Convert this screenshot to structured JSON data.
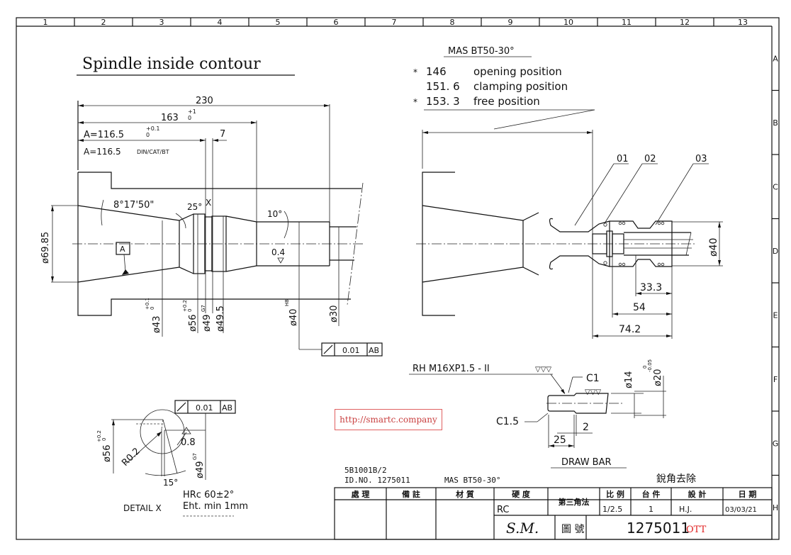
{
  "frame": {
    "columns": [
      "1",
      "2",
      "3",
      "4",
      "5",
      "6",
      "7",
      "8",
      "9",
      "10",
      "11",
      "12",
      "13"
    ],
    "rows": [
      "A",
      "B",
      "C",
      "D",
      "E",
      "F",
      "G",
      "H"
    ]
  },
  "title": "Spindle inside contour",
  "spec": {
    "heading": "MAS BT50-30°",
    "lines": [
      {
        "marker": "*",
        "value": "146",
        "label": "opening position"
      },
      {
        "marker": "",
        "value": "151. 6",
        "label": "clamping position"
      },
      {
        "marker": "*",
        "value": "153. 3",
        "label": "free position"
      }
    ]
  },
  "spindle": {
    "dim_230": "230",
    "dim_163": "163",
    "dim_163_tol_upper": "+1",
    "dim_163_tol_lower": "0",
    "dim_a_tol": "A=116.5",
    "dim_a_tol_upper": "+0.1",
    "dim_a_tol_lower": "0",
    "dim_7": "7",
    "dim_a_din": "A=116.5",
    "dim_a_din_suffix": "DIN/CAT/BT",
    "angle_taper": "8°17'50\"",
    "angle_25": "25°",
    "detail_marker": "X",
    "angle_10": "10°",
    "roughness": "0.4",
    "datum_a": "A",
    "dia_69": "ø69.85",
    "dia_43": "ø43",
    "dia_43_tol_upper": "+0.1",
    "dia_43_tol_lower": "0",
    "dia_56": "ø56",
    "dia_56_tol_upper": "+0.2",
    "dia_56_tol_lower": "0",
    "dia_49": "ø49",
    "dia_49_fit": "G7",
    "dia_49_5": "ø49.5",
    "dia_40": "ø40",
    "dia_40_fit": "H8",
    "dia_30": "ø30",
    "runout_value": "0.01",
    "runout_datum": "AB"
  },
  "assembly": {
    "balloon_01": "01",
    "balloon_02": "02",
    "balloon_03": "03",
    "dia_40": "ø40",
    "dim_33_3": "33.3",
    "dim_54": "54",
    "dim_74_2": "74.2"
  },
  "drawbar": {
    "thread": "RH  M16XP1.5  -  II",
    "thread_finish": "▽▽▽",
    "chamfer_c1": "C1",
    "c1_finish": "▽▽▽",
    "chamfer_c15": "C1.5",
    "dia_14": "ø14",
    "dia_20": "ø20",
    "dia_20_tol_upper": "0",
    "dia_20_tol_lower": "-0.05",
    "dim_2": "2",
    "dim_25": "25",
    "label": "DRAW  BAR"
  },
  "detail": {
    "runout_value": "0.01",
    "runout_datum": "AB",
    "radius": "R0.2",
    "roughness": "0.8",
    "dia_56": "ø56",
    "dia_56_tol_upper": "+0.2",
    "dia_56_tol_lower": "0",
    "dia_49": "ø49",
    "dia_49_fit": "G7",
    "angle": "15°",
    "label": "DETAIL  X",
    "hardness": "HRc  60±2°",
    "case_depth": "Eht.  min  1mm"
  },
  "watermark": "http://smartc.company",
  "title_block": {
    "code": "5B1001B/2",
    "id_no": "ID.NO. 1275011",
    "model": "MAS  BT50-30°",
    "note_cn": "銳角去除",
    "headers": [
      "處  理",
      "備  註",
      "材  質",
      "硬  度",
      "第三角法",
      "比 例",
      "台 件",
      "設  計",
      "日 期"
    ],
    "hardness_value": "RC",
    "scale": "1/2.5",
    "quantity": "1",
    "designer": "H.J.",
    "date": "03/03/21",
    "company": "S.M.",
    "drawing_no_label": "圖 號",
    "drawing_no": "1275011",
    "drawing_no_suffix": "OTT"
  },
  "colors": {
    "line": "#111111",
    "watermark": "#c94040",
    "ott": "#e02020"
  }
}
